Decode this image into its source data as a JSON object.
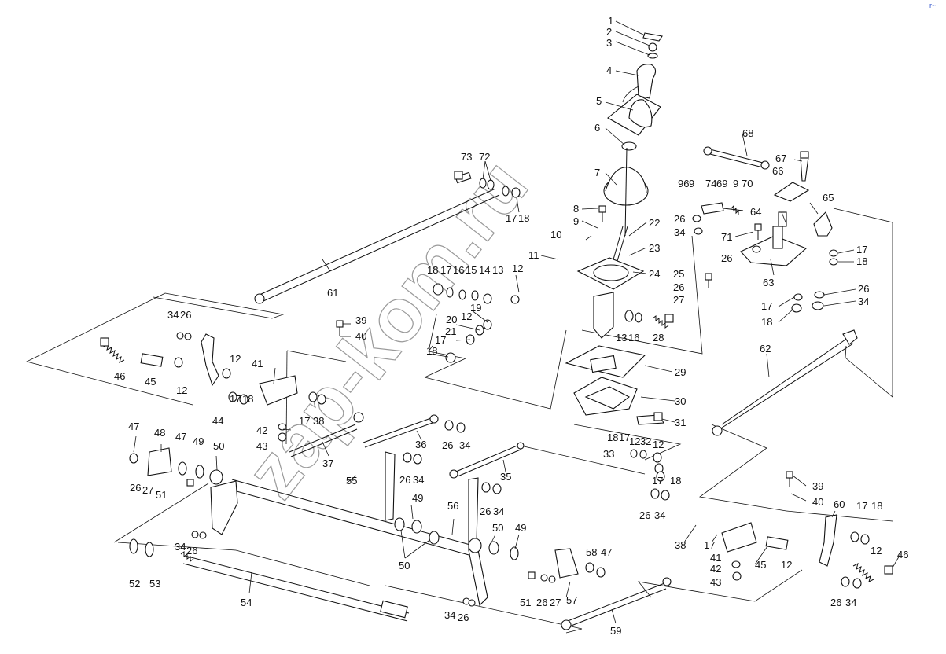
{
  "diagram": {
    "watermark": "zap-kom.ru",
    "corner_mark": "r~",
    "labels": [
      {
        "id": "l1",
        "text": "1"
      },
      {
        "id": "l2",
        "text": "2"
      },
      {
        "id": "l3",
        "text": "3"
      },
      {
        "id": "l4",
        "text": "4"
      },
      {
        "id": "l5",
        "text": "5"
      },
      {
        "id": "l6",
        "text": "6"
      },
      {
        "id": "l7",
        "text": "7"
      },
      {
        "id": "l8",
        "text": "8"
      },
      {
        "id": "l9a",
        "text": "9"
      },
      {
        "id": "l10",
        "text": "10"
      },
      {
        "id": "l11",
        "text": "11"
      },
      {
        "id": "l22",
        "text": "22"
      },
      {
        "id": "l23",
        "text": "23"
      },
      {
        "id": "l24",
        "text": "24"
      },
      {
        "id": "l25",
        "text": "25"
      },
      {
        "id": "l26a",
        "text": "26"
      },
      {
        "id": "l27a",
        "text": "27"
      },
      {
        "id": "l28",
        "text": "28"
      },
      {
        "id": "l13a",
        "text": "13"
      },
      {
        "id": "l16a",
        "text": "16"
      },
      {
        "id": "l29",
        "text": "29"
      },
      {
        "id": "l30",
        "text": "30"
      },
      {
        "id": "l31",
        "text": "31"
      },
      {
        "id": "l68",
        "text": "68"
      },
      {
        "id": "l67",
        "text": "67"
      },
      {
        "id": "l66",
        "text": "66"
      },
      {
        "id": "l65",
        "text": "65"
      },
      {
        "id": "l64",
        "text": "64"
      },
      {
        "id": "l96",
        "text": "96"
      },
      {
        "id": "l9b",
        "text": "9"
      },
      {
        "id": "l74",
        "text": "74"
      },
      {
        "id": "l69",
        "text": "69"
      },
      {
        "id": "l9c",
        "text": "9"
      },
      {
        "id": "l70",
        "text": "70"
      },
      {
        "id": "l26b",
        "text": "26"
      },
      {
        "id": "l34a",
        "text": "34"
      },
      {
        "id": "l71",
        "text": "71"
      },
      {
        "id": "l26c",
        "text": "26"
      },
      {
        "id": "l63",
        "text": "63"
      },
      {
        "id": "l17a",
        "text": "17"
      },
      {
        "id": "l18a",
        "text": "18"
      },
      {
        "id": "l26d",
        "text": "26"
      },
      {
        "id": "l34b",
        "text": "34"
      },
      {
        "id": "l17b",
        "text": "17"
      },
      {
        "id": "l18b",
        "text": "18"
      },
      {
        "id": "l73",
        "text": "73"
      },
      {
        "id": "l72",
        "text": "72"
      },
      {
        "id": "l17c",
        "text": "17"
      },
      {
        "id": "l18c",
        "text": "18"
      },
      {
        "id": "l61",
        "text": "61"
      },
      {
        "id": "l18d",
        "text": "18"
      },
      {
        "id": "l17d",
        "text": "17"
      },
      {
        "id": "l16b",
        "text": "16"
      },
      {
        "id": "l15",
        "text": "15"
      },
      {
        "id": "l14",
        "text": "14"
      },
      {
        "id": "l13b",
        "text": "13"
      },
      {
        "id": "l12a",
        "text": "12"
      },
      {
        "id": "l19",
        "text": "19"
      },
      {
        "id": "l12b",
        "text": "12"
      },
      {
        "id": "l20",
        "text": "20"
      },
      {
        "id": "l21",
        "text": "21"
      },
      {
        "id": "l17e",
        "text": "17"
      },
      {
        "id": "l18e",
        "text": "18"
      },
      {
        "id": "l34c",
        "text": "34"
      },
      {
        "id": "l26e",
        "text": "26"
      },
      {
        "id": "l39a",
        "text": "39"
      },
      {
        "id": "l40a",
        "text": "40"
      },
      {
        "id": "l46a",
        "text": "46"
      },
      {
        "id": "l45a",
        "text": "45"
      },
      {
        "id": "l12c",
        "text": "12"
      },
      {
        "id": "l12d",
        "text": "12"
      },
      {
        "id": "l41a",
        "text": "41"
      },
      {
        "id": "l44",
        "text": "44"
      },
      {
        "id": "l17f",
        "text": "17"
      },
      {
        "id": "l18f",
        "text": "18"
      },
      {
        "id": "l17g",
        "text": "17"
      },
      {
        "id": "l38a",
        "text": "38"
      },
      {
        "id": "l42a",
        "text": "42"
      },
      {
        "id": "l43a",
        "text": "43"
      },
      {
        "id": "l37",
        "text": "37"
      },
      {
        "id": "l36",
        "text": "36"
      },
      {
        "id": "l26f",
        "text": "26"
      },
      {
        "id": "l34d",
        "text": "34"
      },
      {
        "id": "l26g",
        "text": "26"
      },
      {
        "id": "l34e",
        "text": "34"
      },
      {
        "id": "l47a",
        "text": "47"
      },
      {
        "id": "l48",
        "text": "48"
      },
      {
        "id": "l47b",
        "text": "47"
      },
      {
        "id": "l49a",
        "text": "49"
      },
      {
        "id": "l50a",
        "text": "50"
      },
      {
        "id": "l26h",
        "text": "26"
      },
      {
        "id": "l27b",
        "text": "27"
      },
      {
        "id": "l51a",
        "text": "51"
      },
      {
        "id": "l55",
        "text": "55"
      },
      {
        "id": "l49b",
        "text": "49"
      },
      {
        "id": "l35",
        "text": "35"
      },
      {
        "id": "l26i",
        "text": "26"
      },
      {
        "id": "l34f",
        "text": "34"
      },
      {
        "id": "l56",
        "text": "56"
      },
      {
        "id": "l50b",
        "text": "50"
      },
      {
        "id": "l49c",
        "text": "49"
      },
      {
        "id": "l50c",
        "text": "50"
      },
      {
        "id": "l34g",
        "text": "34"
      },
      {
        "id": "l26j",
        "text": "26"
      },
      {
        "id": "l52",
        "text": "52"
      },
      {
        "id": "l53",
        "text": "53"
      },
      {
        "id": "l54",
        "text": "54"
      },
      {
        "id": "l58",
        "text": "58"
      },
      {
        "id": "l47c",
        "text": "47"
      },
      {
        "id": "l51b",
        "text": "51"
      },
      {
        "id": "l26k",
        "text": "26"
      },
      {
        "id": "l27c",
        "text": "27"
      },
      {
        "id": "l57",
        "text": "57"
      },
      {
        "id": "l34h",
        "text": "34"
      },
      {
        "id": "l26l",
        "text": "26"
      },
      {
        "id": "l59",
        "text": "59"
      },
      {
        "id": "l18g",
        "text": "18"
      },
      {
        "id": "l17h",
        "text": "17"
      },
      {
        "id": "l12e",
        "text": "12"
      },
      {
        "id": "l32",
        "text": "32"
      },
      {
        "id": "l12f",
        "text": "12"
      },
      {
        "id": "l33",
        "text": "33"
      },
      {
        "id": "l17i",
        "text": "17"
      },
      {
        "id": "l18h",
        "text": "18"
      },
      {
        "id": "l26m",
        "text": "26"
      },
      {
        "id": "l34i",
        "text": "34"
      },
      {
        "id": "l62",
        "text": "62"
      },
      {
        "id": "l39b",
        "text": "39"
      },
      {
        "id": "l40b",
        "text": "40"
      },
      {
        "id": "l60",
        "text": "60"
      },
      {
        "id": "l17j",
        "text": "17"
      },
      {
        "id": "l18i",
        "text": "18"
      },
      {
        "id": "l38b",
        "text": "38"
      },
      {
        "id": "l17k",
        "text": "17"
      },
      {
        "id": "l41b",
        "text": "41"
      },
      {
        "id": "l42b",
        "text": "42"
      },
      {
        "id": "l43b",
        "text": "43"
      },
      {
        "id": "l45b",
        "text": "45"
      },
      {
        "id": "l12g",
        "text": "12"
      },
      {
        "id": "l12h",
        "text": "12"
      },
      {
        "id": "l46b",
        "text": "46"
      },
      {
        "id": "l26n",
        "text": "26"
      },
      {
        "id": "l34j",
        "text": "34"
      }
    ]
  }
}
